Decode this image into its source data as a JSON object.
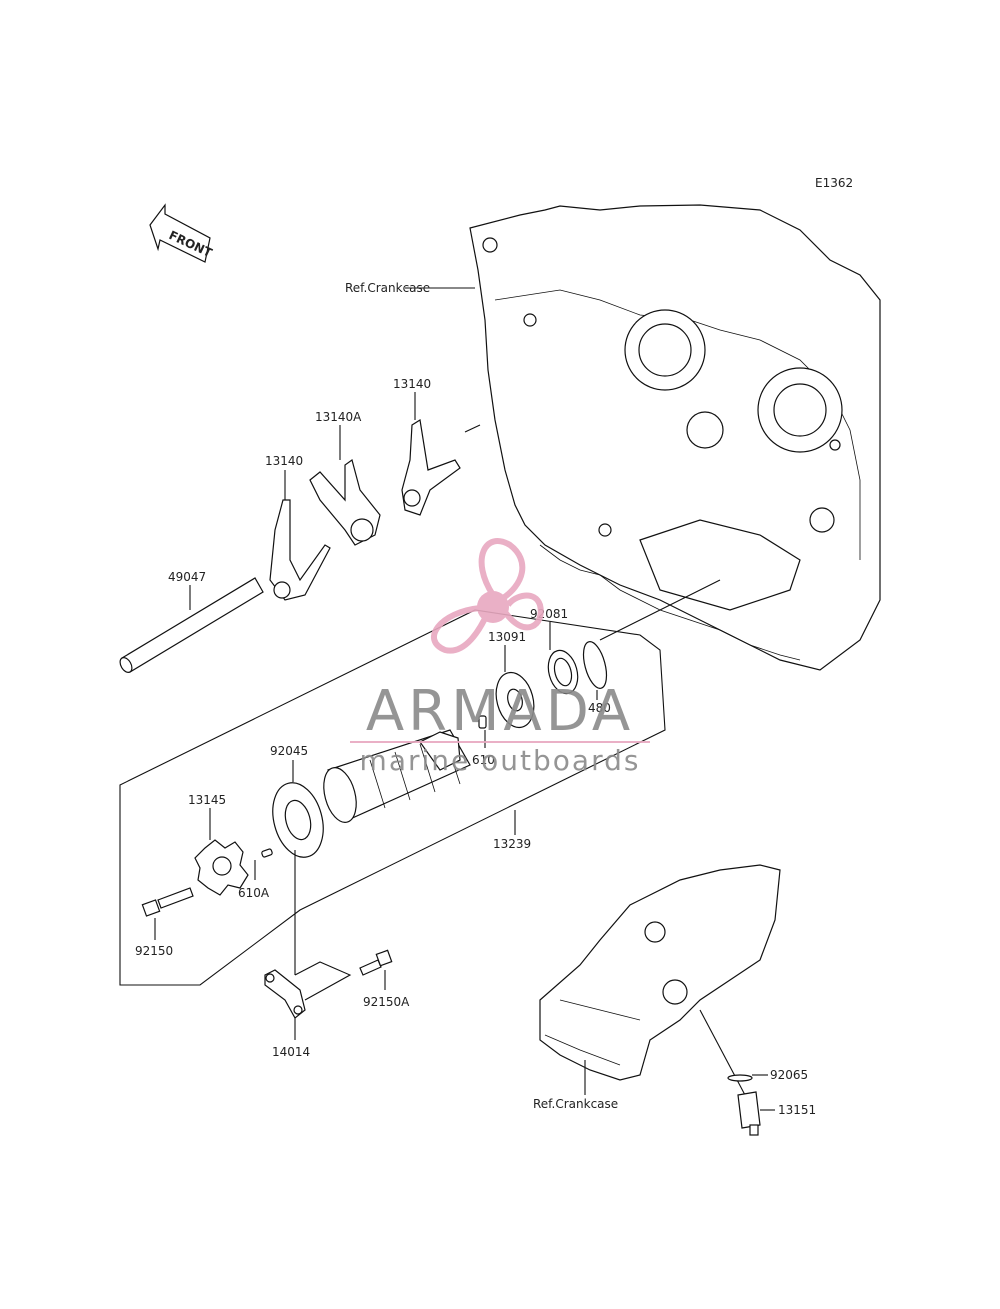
{
  "diagram_code": "E1362",
  "front_arrow_label": "FRONT",
  "watermark": {
    "brand": "ARMADA",
    "tagline": "marine outboards",
    "color": "#e8a8c0",
    "text_color": "#8a8a8a"
  },
  "labels": {
    "ref_crankcase_top": "Ref.Crankcase",
    "ref_crankcase_bottom": "Ref.Crankcase",
    "p13140_left": "13140",
    "p13140A": "13140A",
    "p13140_right": "13140",
    "p49047": "49047",
    "p92081": "92081",
    "p13091": "13091",
    "p480": "480",
    "p610": "610",
    "p92045": "92045",
    "p13145": "13145",
    "p610A": "610A",
    "p13239": "13239",
    "p92150": "92150",
    "p92150A": "92150A",
    "p14014": "14014",
    "p92065": "92065",
    "p13151": "13151"
  }
}
